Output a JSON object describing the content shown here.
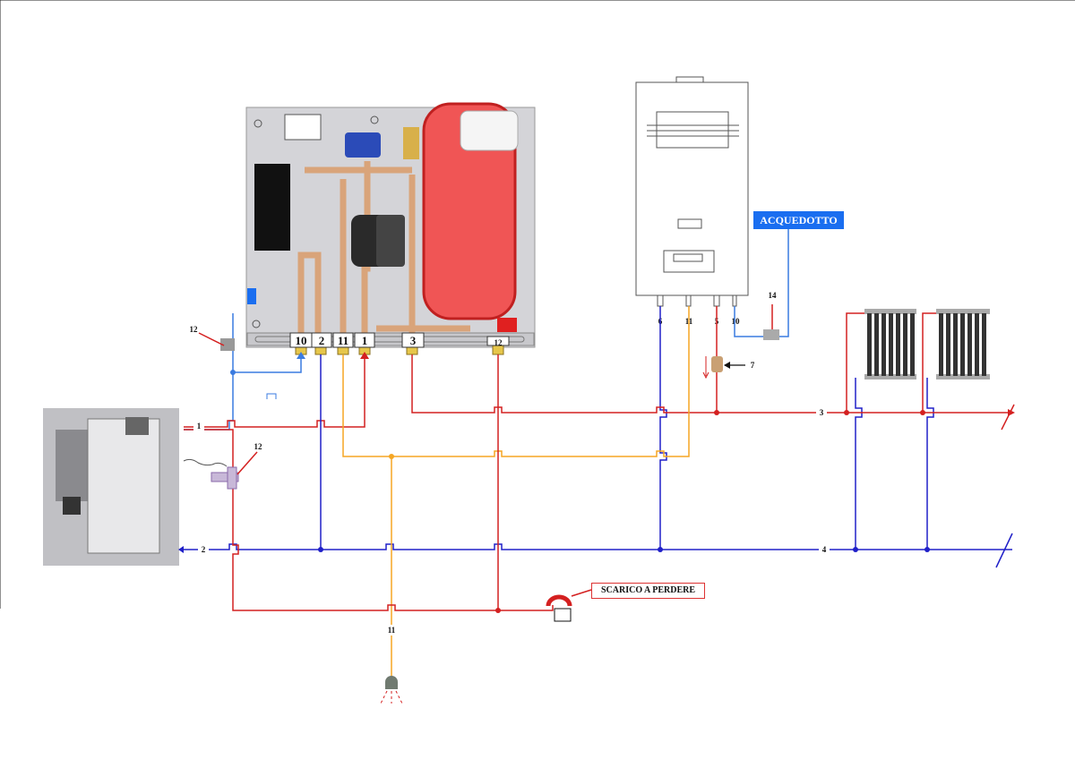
{
  "labels": {
    "acquedotto": "ACQUEDOTTO",
    "scarico": "SCARICO A PERDERE"
  },
  "panel_ports": [
    "10",
    "2",
    "11",
    "1",
    "3",
    "12"
  ],
  "boiler_ports": [
    "6",
    "11",
    "5",
    "10"
  ],
  "line_labels": {
    "flow_1": "1",
    "return_2": "2",
    "flow_3": "3",
    "return_4": "4",
    "shower_11": "11",
    "valve_7": "7",
    "valve_12_top": "12",
    "valve_12_boiler": "12",
    "valve_14": "14"
  },
  "colors": {
    "hot": "#d42020",
    "return": "#2020c8",
    "cold": "#3a7be0",
    "dhw": "#f5a623",
    "vessel": "#f05555"
  }
}
